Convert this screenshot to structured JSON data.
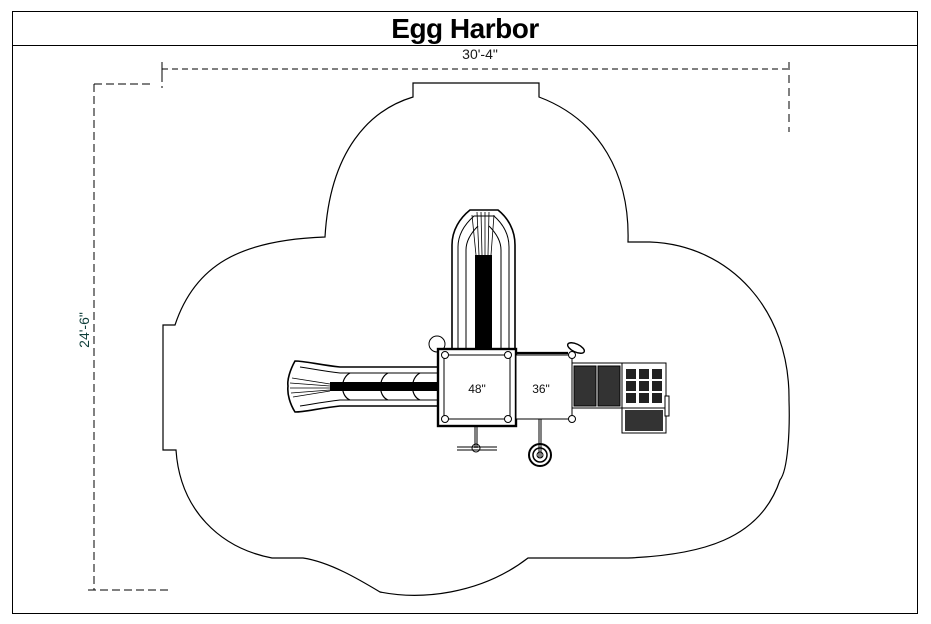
{
  "title": "Egg Harbor",
  "dimensions": {
    "width_label": "30'-4\"",
    "depth_label": "24'-6\""
  },
  "decks": [
    {
      "label": "48\"",
      "component": "main-deck"
    },
    {
      "label": "36\"",
      "component": "secondary-deck"
    }
  ],
  "components": [
    {
      "name": "wave-slide-north",
      "type": "slide"
    },
    {
      "name": "tube-slide-west",
      "type": "slide"
    },
    {
      "name": "steering-wheel",
      "type": "panel"
    },
    {
      "name": "climbing-grid-panels",
      "type": "climber"
    },
    {
      "name": "tic-tac-toe-panel",
      "type": "panel"
    },
    {
      "name": "spring-rider-spiral",
      "type": "climber"
    },
    {
      "name": "t-bar-post",
      "type": "accessory"
    },
    {
      "name": "bubble-panel",
      "type": "accessory"
    }
  ],
  "colors": {
    "line": "#000000",
    "background": "#ffffff",
    "depth_text": "#0f3e3a"
  }
}
